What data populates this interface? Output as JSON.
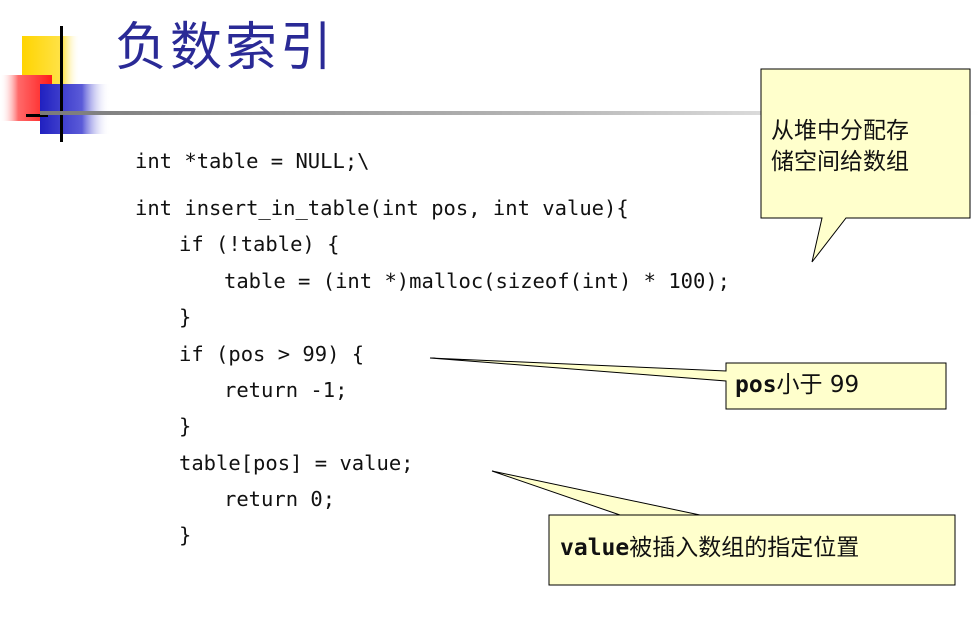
{
  "slide": {
    "title": "负数索引",
    "code_lines": [
      "int *table = NULL;\\",
      "int insert_in_table(int pos, int value){",
      "if (!table) {",
      "table = (int *)malloc(sizeof(int) * 100);",
      "}",
      "if (pos > 99) {",
      "return -1;",
      "}",
      "table[pos] = value;",
      "return 0;",
      "}"
    ],
    "callouts": {
      "heap": {
        "line1": "从堆中分配存",
        "line2": "储空间给数组"
      },
      "pos": {
        "code": "pos",
        "text": "小于 99"
      },
      "value": {
        "code": "value",
        "text": "被插入数组的指定位置"
      }
    }
  },
  "colors": {
    "title": "#2a2a96",
    "callout_fill": "#ffffcc",
    "logo_yellow": "#ffd400",
    "logo_red": "#ff1a1a",
    "logo_blue": "#2424c8"
  }
}
